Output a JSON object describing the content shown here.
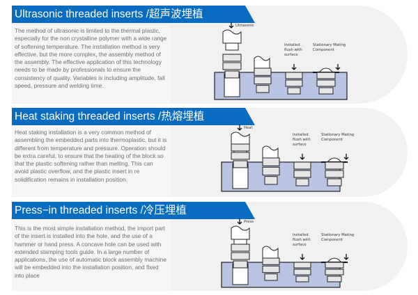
{
  "sections": [
    {
      "title": "Ultrasonic  threaded  inserts /超声波埋植",
      "body": "The method of ultrasonic is limited to the thermal plastic, especially for the non crystalline polymer with a wide range of softening temperature. The installation method is very effective, but the more complex, the assembly method of the assembly. The effective application of this technology needs to be made by professionals to ensure the consistency of quality. Variables is including amplitude, fall speed, pressure and welding time.",
      "tool_label": "Ultrasonic",
      "flush_label": [
        "Installed",
        "flush with",
        "surface"
      ],
      "mating_label": [
        "Stationary Mating",
        "Component"
      ]
    },
    {
      "title": "Heat  staking threaded inserts /热熔埋植",
      "body": "Heat staking installation is a very common method of assembling the embedded parts into thermoplastic, but it is different from temperature and pressure. Operation should be extra careful, to ensure that the heating of the block so that the plastic softening rather than melting. This can avoid plastic overflow, and the plastic insert in re solidification remains in installation position.",
      "tool_label": "Heat",
      "flush_label": [
        "Installed",
        "flush with",
        "surface"
      ],
      "mating_label": [
        "Stationary Mating",
        "Component"
      ]
    },
    {
      "title": "Press−in threaded inserts /冷压埋植",
      "body": "This is the most simple installation method, the import part of the insert is installed into the hole, and the use of a hammer or hand press. A concave hole can be used with extended stamping tools guide. In a large number of applications, the use of automatic block assembly machine will be embedded into the installation position, and fixed into place",
      "tool_label": "Press",
      "flush_label": [
        "Installed",
        "flush with",
        "surface"
      ],
      "mating_label": [
        "Stationary Mating",
        "Component"
      ]
    }
  ],
  "colors": {
    "header": "#0a6cc0",
    "block": "#b9c4e2",
    "card": "#f1f1f2"
  }
}
